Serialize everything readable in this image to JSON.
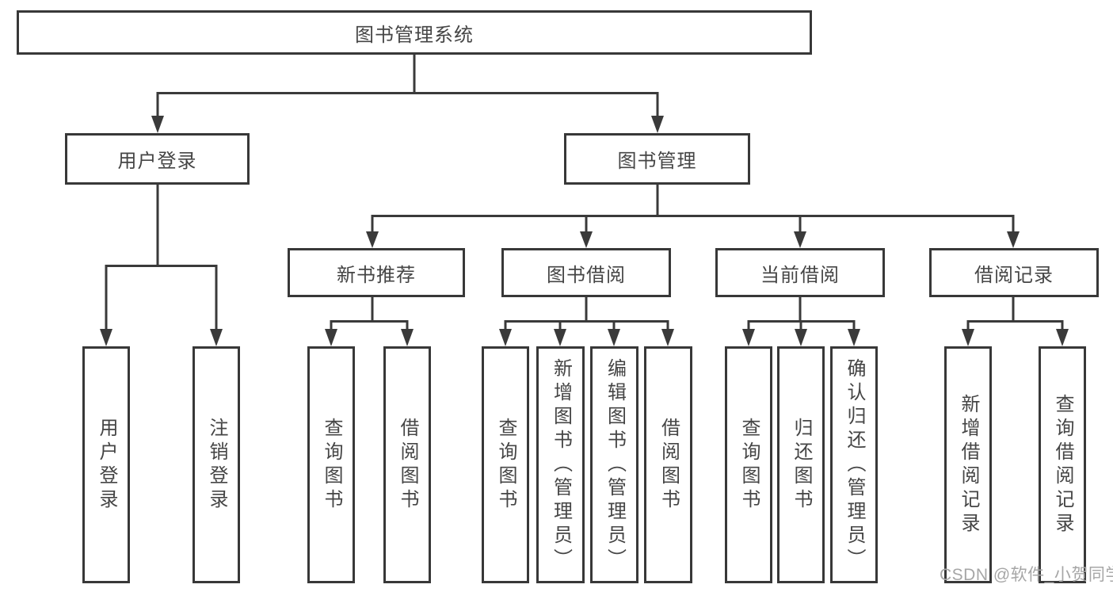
{
  "diagram": {
    "root": {
      "label": "图书管理系统"
    },
    "level2": [
      {
        "label": "用户登录"
      },
      {
        "label": "图书管理"
      }
    ],
    "level3": [
      {
        "label": "新书推荐"
      },
      {
        "label": "图书借阅"
      },
      {
        "label": "当前借阅"
      },
      {
        "label": "借阅记录"
      }
    ],
    "leaves": {
      "user_login": [
        "用户登录",
        "注销登录"
      ],
      "new_books": [
        "查询图书",
        "借阅图书"
      ],
      "book_borrow": [
        "查询图书",
        "新增图书（管理员）",
        "编辑图书（管理员）",
        "借阅图书"
      ],
      "current_borrow": [
        "查询图书",
        "归还图书",
        "确认归还（管理员）"
      ],
      "borrow_records": [
        "新增借阅记录",
        "查询借阅记录"
      ]
    },
    "watermark": "CSDN @软件_小贺同学",
    "colors": {
      "line": "#3a3a3a",
      "text": "#454545",
      "watermark": "#a6a6a6"
    }
  }
}
